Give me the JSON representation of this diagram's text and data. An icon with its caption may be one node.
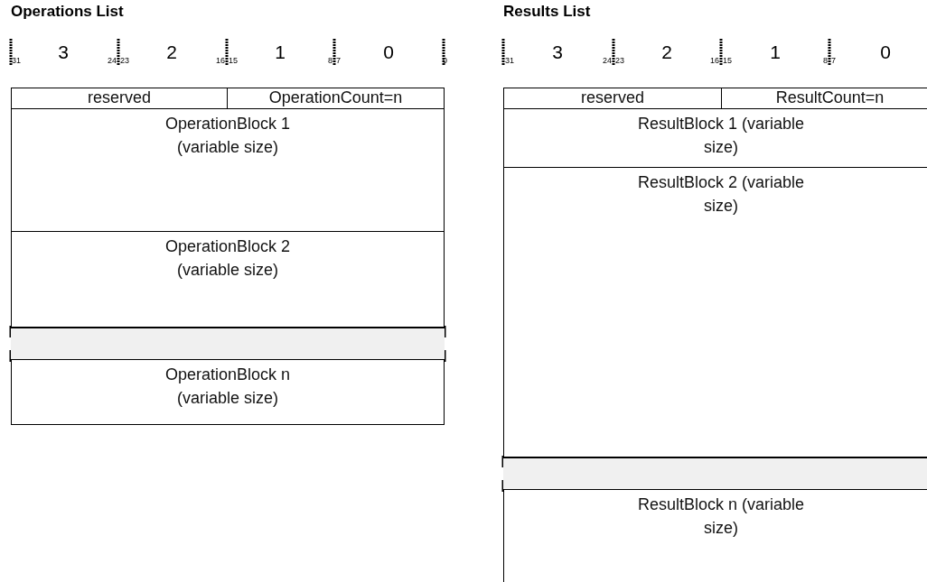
{
  "diagram": {
    "nodes": [
      {
        "text": [
          "reserved"
        ]
      },
      {
        "text": [
          "OperationCount=n"
        ]
      },
      {
        "text": [
          "OperationBlock 1 (variable size)"
        ]
      },
      {
        "text": [
          "OperationBlock 2 (variable size)"
        ]
      },
      {
        "text": [],
        "shape": "bar"
      },
      {
        "text": [
          "OperationBlock n (variable size)"
        ]
      },
      {
        "text": [
          "reserved"
        ]
      },
      {
        "text": [
          "ResultCount=n"
        ]
      },
      {
        "text": [
          "ResultBlock 1 (variable size)"
        ]
      },
      {
        "text": [
          "ResultBlock 2 (variable size)"
        ]
      },
      {
        "text": [],
        "shape": "bar"
      },
      {
        "text": [
          "ResultBlock n (variable size)"
        ]
      }
    ],
    "labels": [
      "Operations List",
      "31",
      "3",
      "24",
      "23",
      "2",
      "16",
      "15",
      "1",
      "8",
      "7",
      "0",
      "0",
      "Results List",
      "31",
      "3",
      "24",
      "23",
      "2",
      "16",
      "15",
      "1",
      "8",
      "7",
      "0"
    ]
  }
}
